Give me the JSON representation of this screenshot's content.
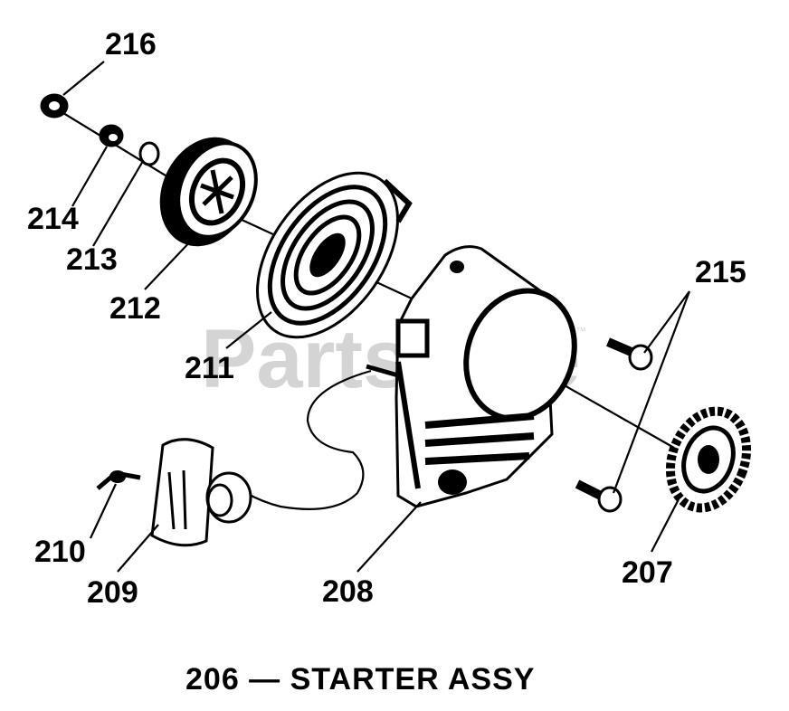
{
  "watermark": {
    "text": "PartsTree",
    "tm": "™"
  },
  "title": "206 — STARTER ASSY",
  "callouts": {
    "c216": "216",
    "c214": "214",
    "c213": "213",
    "c212": "212",
    "c211": "211",
    "c215": "215",
    "c210": "210",
    "c209": "209",
    "c208": "208",
    "c207": "207"
  }
}
